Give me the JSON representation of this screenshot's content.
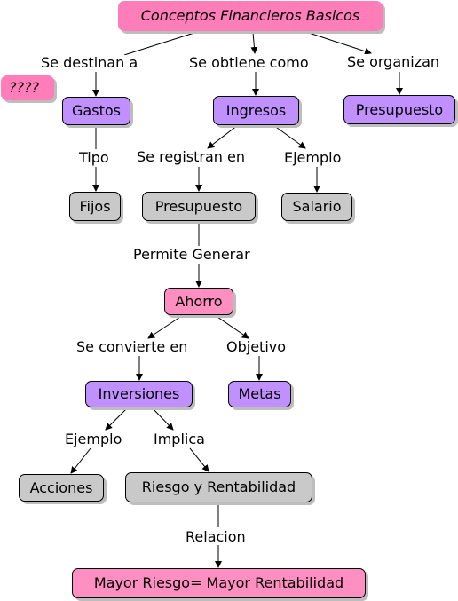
{
  "concept_map": {
    "nodes": {
      "root": "Conceptos Financieros Basicos",
      "note": "????",
      "gastos": "Gastos",
      "ingresos": "Ingresos",
      "presupuesto_top": "Presupuesto",
      "fijos": "Fijos",
      "presupuesto_mid": "Presupuesto",
      "salario": "Salario",
      "ahorro": "Ahorro",
      "inversiones": "Inversiones",
      "metas": "Metas",
      "acciones": "Acciones",
      "riesgo": "Riesgo y Rentabilidad",
      "mayor": "Mayor Riesgo= Mayor Rentabilidad"
    },
    "links": {
      "se_destinan": "Se destinan a",
      "se_obtiene": "Se obtiene como",
      "se_organizan": "Se organizan",
      "tipo": "Tipo",
      "se_registran": "Se registran en",
      "ejemplo_salario": "Ejemplo",
      "permite": "Permite Generar",
      "se_convierte": "Se convierte en",
      "objetivo": "Objetivo",
      "ejemplo_acciones": "Ejemplo",
      "implica": "Implica",
      "relacion": "Relacion"
    }
  }
}
